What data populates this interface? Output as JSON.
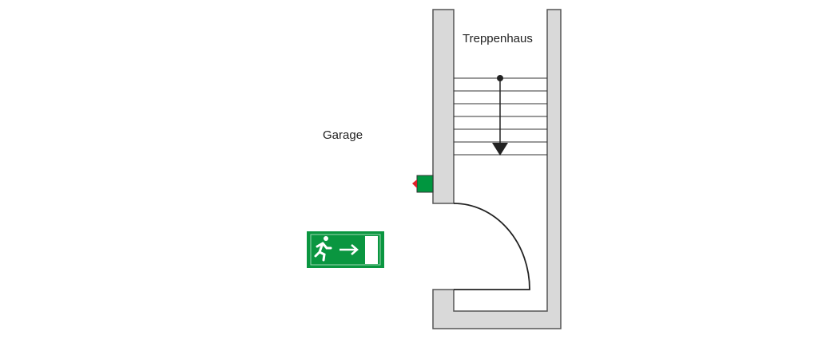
{
  "labels": {
    "stairwell": "Treppenhaus",
    "garage": "Garage"
  },
  "exit_sign": {
    "icon": "running-man-exit-icon",
    "color": "#0a9640"
  },
  "colors": {
    "wall": "#d9d9d9",
    "wall_stroke": "#555555",
    "door_device": "#00963f",
    "indicator": "#e0202a"
  },
  "stairs": {
    "step_count": 7,
    "direction": "down"
  }
}
